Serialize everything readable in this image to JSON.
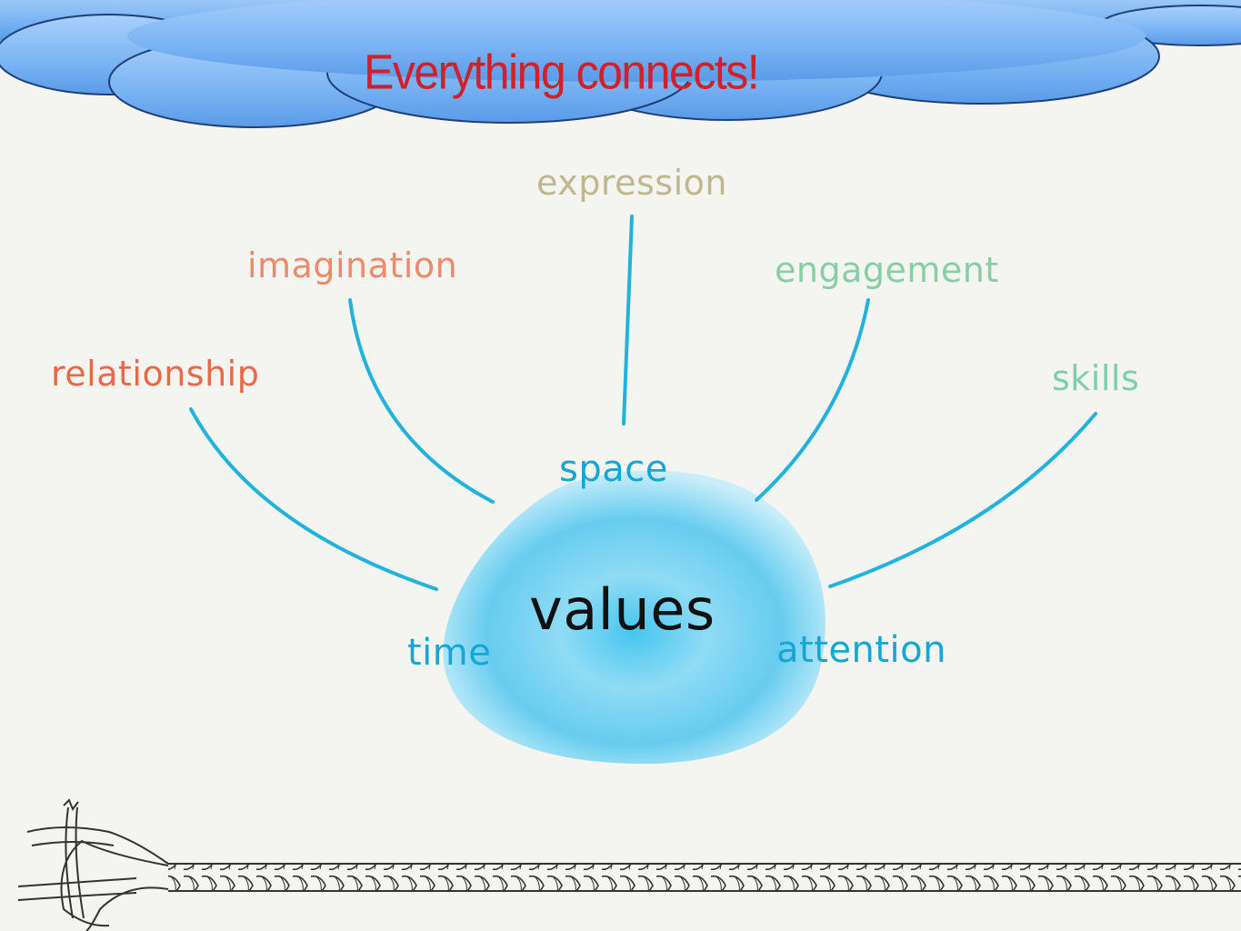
{
  "title": {
    "text": "Everything connects!",
    "color": "#d0202a"
  },
  "diagram": {
    "center": {
      "label": "values",
      "color": "#111111",
      "fill_color": "#6fd0f0"
    },
    "inner_labels": [
      {
        "id": "space",
        "label": "space"
      },
      {
        "id": "time",
        "label": "time"
      },
      {
        "id": "attention",
        "label": "attention"
      }
    ],
    "inner_color": "#16a6d6",
    "line_color": "#23b1de",
    "outer_labels": [
      {
        "id": "relationship",
        "label": "relationship",
        "color": "#e8684a"
      },
      {
        "id": "imagination",
        "label": "imagination",
        "color": "#ec8a6a"
      },
      {
        "id": "expression",
        "label": "expression",
        "color": "#bfb88e"
      },
      {
        "id": "engagement",
        "label": "engagement",
        "color": "#86cfa4"
      },
      {
        "id": "skills",
        "label": "skills",
        "color": "#7ccfae"
      }
    ]
  },
  "decor": {
    "cloud_color": "#78b4f2",
    "rope_color": "#333333"
  }
}
